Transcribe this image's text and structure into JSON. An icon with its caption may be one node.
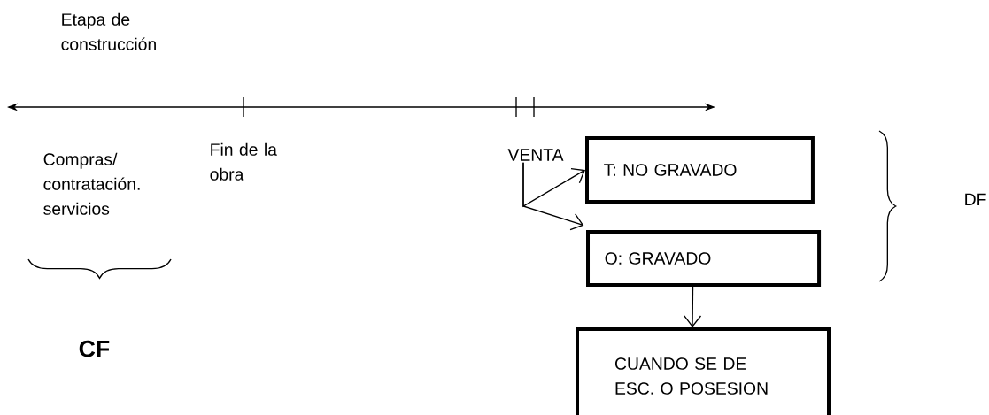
{
  "diagram": {
    "nodes": [
      {
        "text": [
          "VENTA"
        ]
      },
      {
        "text": [
          "T: NO GRAVADO"
        ]
      },
      {
        "text": [
          "O: GRAVADO"
        ]
      },
      {
        "text": [
          "CUANDO SE DE ESC. O POSESION"
        ]
      }
    ],
    "edges": [
      {
        "from": 0,
        "to": 1,
        "arrow": "to"
      },
      {
        "from": 0,
        "to": 2,
        "arrow": "to"
      },
      {
        "from": 2,
        "to": 3,
        "arrow": "to"
      }
    ],
    "labels": [
      "Etapa de construcción",
      "Compras/ contratación. servicios",
      "Fin de la obra",
      "DF",
      "CF"
    ]
  }
}
